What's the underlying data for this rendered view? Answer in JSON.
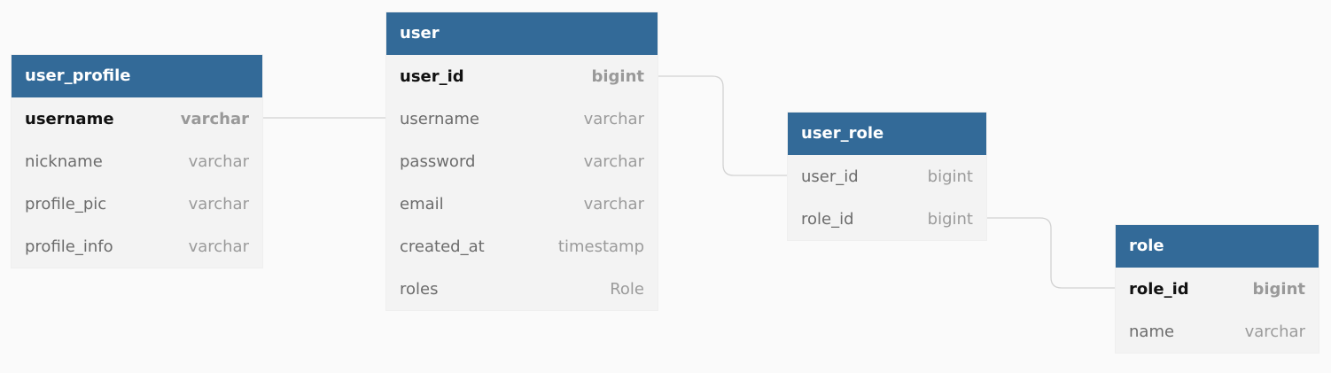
{
  "tables": {
    "user_profile": {
      "title": "user_profile",
      "fields": [
        {
          "name": "username",
          "type": "varchar",
          "key": true
        },
        {
          "name": "nickname",
          "type": "varchar"
        },
        {
          "name": "profile_pic",
          "type": "varchar"
        },
        {
          "name": "profile_info",
          "type": "varchar"
        }
      ]
    },
    "user": {
      "title": "user",
      "fields": [
        {
          "name": "user_id",
          "type": "bigint",
          "key": true
        },
        {
          "name": "username",
          "type": "varchar"
        },
        {
          "name": "password",
          "type": "varchar"
        },
        {
          "name": "email",
          "type": "varchar"
        },
        {
          "name": "created_at",
          "type": "timestamp"
        },
        {
          "name": "roles",
          "type": "Role"
        }
      ]
    },
    "user_role": {
      "title": "user_role",
      "fields": [
        {
          "name": "user_id",
          "type": "bigint"
        },
        {
          "name": "role_id",
          "type": "bigint"
        }
      ]
    },
    "role": {
      "title": "role",
      "fields": [
        {
          "name": "role_id",
          "type": "bigint",
          "key": true
        },
        {
          "name": "name",
          "type": "varchar"
        }
      ]
    }
  },
  "relationships": [
    {
      "from": "user_profile.username",
      "to": "user.username"
    },
    {
      "from": "user.user_id",
      "to": "user_role.user_id"
    },
    {
      "from": "user_role.role_id",
      "to": "role.role_id"
    }
  ],
  "colors": {
    "header_background": "#336a98",
    "header_text": "#ffffff",
    "table_background": "#f3f3f3",
    "connector": "#d2d2d2",
    "canvas": "#fafafa"
  }
}
